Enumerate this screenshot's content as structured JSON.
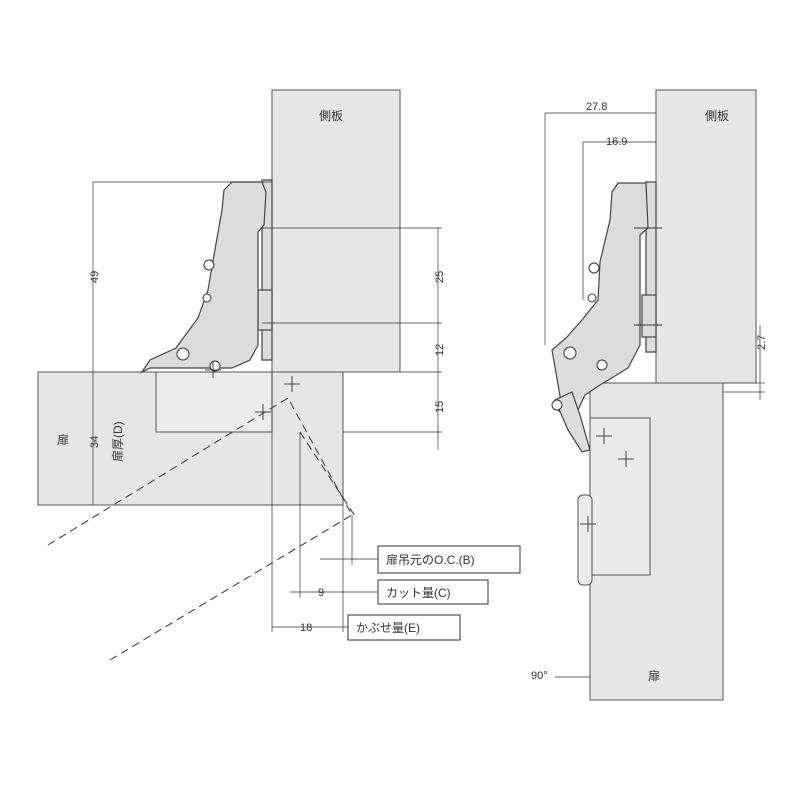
{
  "left_view": {
    "side_panel_label": "側板",
    "door_label": "扉",
    "door_thickness_label": "扉厚(D)",
    "dims": {
      "height_total": "49",
      "pitch": "25",
      "lower": "12",
      "door_offset": "15",
      "door_thickness": "34",
      "cut": "9",
      "overlay": "18"
    },
    "callouts": {
      "oc": "扉吊元のO.C.(B)",
      "cut": "カット量(C)",
      "overlay": "かぶせ量(E)"
    }
  },
  "right_view": {
    "side_panel_label": "側板",
    "door_label": "扉",
    "dims": {
      "top": "27.8",
      "second": "16.9",
      "gap": "2.7",
      "angle": "90°"
    }
  }
}
